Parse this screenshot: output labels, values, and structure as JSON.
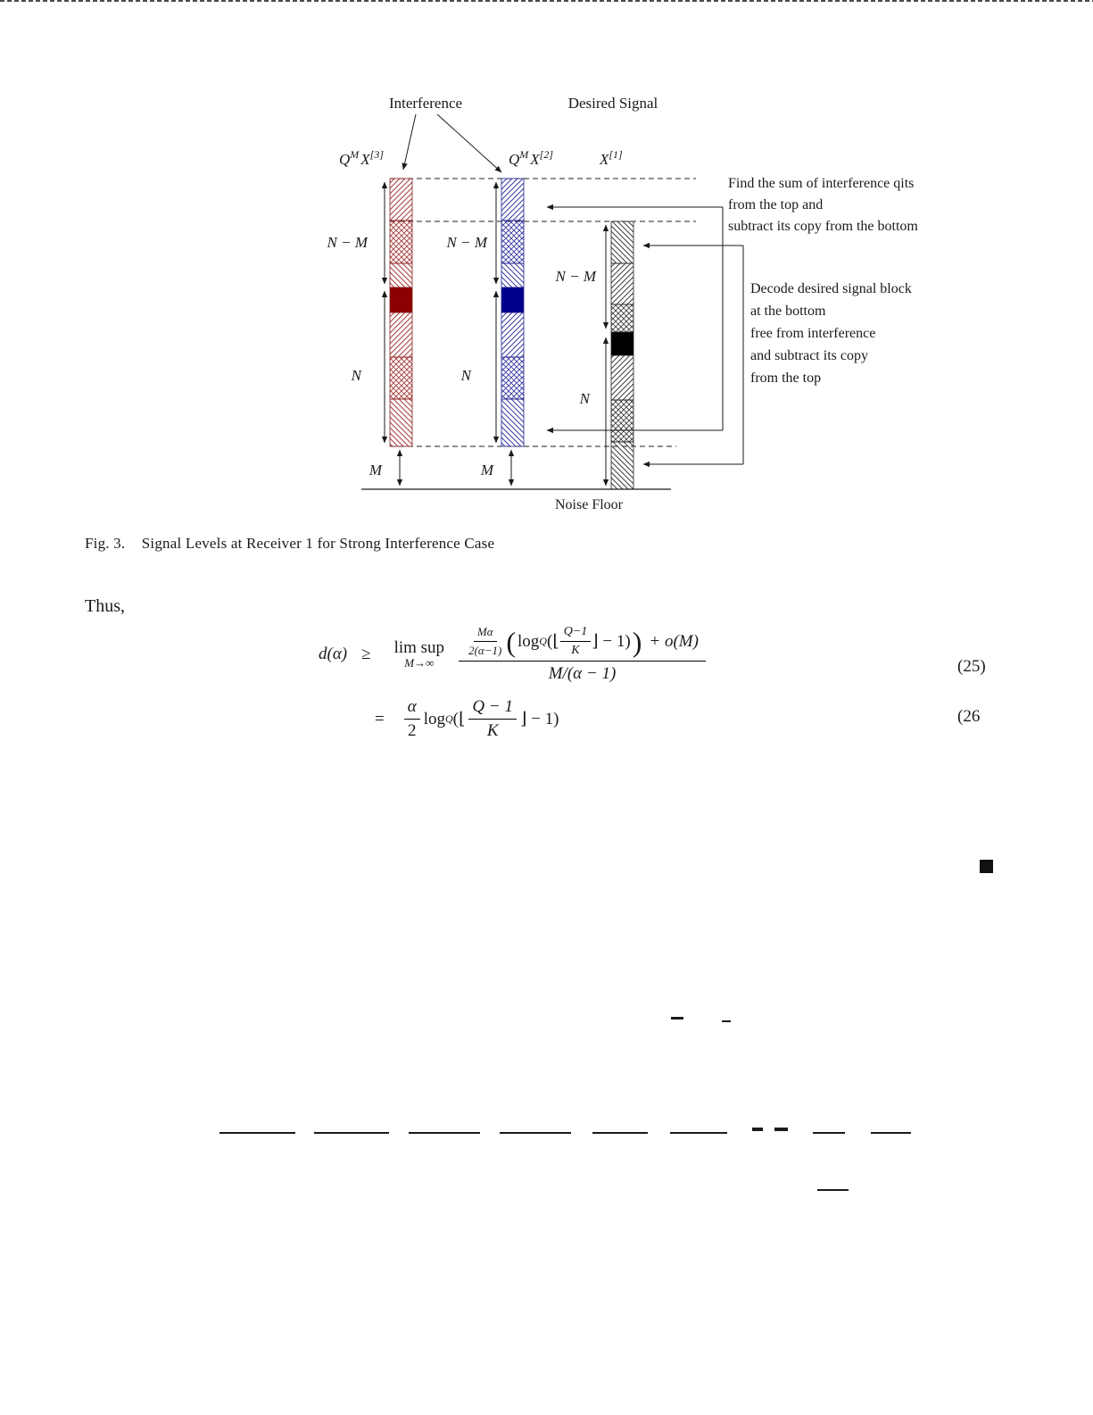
{
  "page": {
    "caption_fig": "Fig. 3.",
    "caption_text": "Signal Levels at Receiver 1 for Strong Interference Case",
    "thus": "Thus,"
  },
  "figure": {
    "interference_label": "Interference",
    "desired_signal_label": "Desired Signal",
    "noise_floor_label": "Noise Floor",
    "columns": [
      {
        "base": "Q",
        "sup": "M",
        "var": "X",
        "var_sup": "[3]"
      },
      {
        "base": "Q",
        "sup": "M",
        "var": "X",
        "var_sup": "[2]"
      },
      {
        "base": "",
        "sup": "",
        "var": "X",
        "var_sup": "[1]"
      }
    ],
    "dims": {
      "nm": "N − M",
      "n": "N",
      "m": "M"
    },
    "annotation_top": [
      "Find the sum of interference qits",
      "from the top and",
      "subtract its copy from the bottom"
    ],
    "annotation_right": [
      "Decode desired signal block",
      "at the bottom",
      "free from interference",
      "and subtract its copy",
      "from the top"
    ],
    "colors": {
      "dark_red": "#8B0000",
      "dark_blue": "#00008B",
      "solid_black": "#000000"
    }
  },
  "equations": {
    "eq25": {
      "lhs": "d(α)",
      "rel": "≥",
      "limsup": "lim sup",
      "limsup_sub": "M→∞",
      "coef_num": "Mα",
      "coef_den": "2(α−1)",
      "paren_l": "(",
      "paren_r": ")",
      "log": "log",
      "log_sub": "Q",
      "open": "(⌊",
      "inner_num": "Q−1",
      "inner_den": "K",
      "close": "⌋ − 1)",
      "tail": "+ o(M)",
      "den": "M/(α − 1)",
      "num": "(25)"
    },
    "eq26": {
      "rel": "=",
      "coef_num": "α",
      "coef_den": "2",
      "log": "log",
      "log_sub": "Q",
      "open": "(⌊",
      "inner_num": "Q − 1",
      "inner_den": "K",
      "close": "⌋ − 1)",
      "num": "(26"
    }
  }
}
